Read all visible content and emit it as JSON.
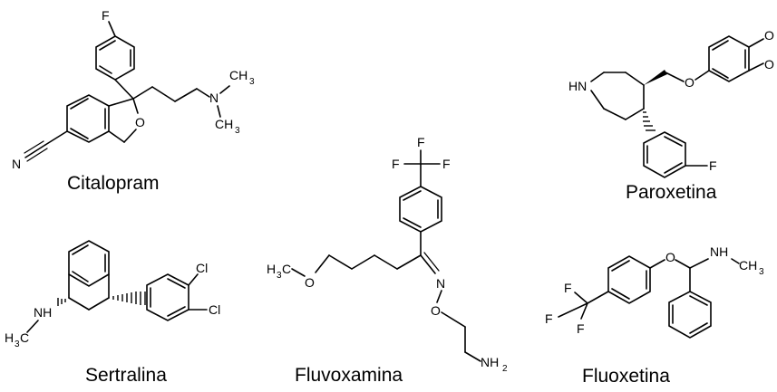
{
  "molecules": {
    "citalopram": {
      "name": "Citalopram",
      "atoms": {
        "f": "F",
        "o": "O",
        "n_cn": "N",
        "n_amine": "N",
        "ch3": "CH",
        "ch3_sub": "3"
      }
    },
    "paroxetina": {
      "name": "Paroxetina",
      "atoms": {
        "hn": "HN",
        "o_ether": "O",
        "f": "F",
        "o1": "O",
        "o2": "O"
      }
    },
    "fluvoxamina": {
      "name": "Fluvoxamina",
      "atoms": {
        "f1": "F",
        "f2": "F",
        "f3": "F",
        "h3c": "H",
        "h3c_sub": "3",
        "h3c_c": "C",
        "o_meo": "O",
        "n_oxime": "N",
        "o_oxime": "O",
        "nh2": "NH",
        "nh2_sub": "2"
      }
    },
    "sertralina": {
      "name": "Sertralina",
      "atoms": {
        "nh": "NH",
        "h3c": "H",
        "h3c_sub": "3",
        "h3c_c": "C",
        "cl1": "Cl",
        "cl2": "Cl"
      }
    },
    "fluoxetina": {
      "name": "Fluoxetina",
      "atoms": {
        "o": "O",
        "nh": "NH",
        "ch3": "CH",
        "ch3_sub": "3",
        "f1": "F",
        "f2": "F",
        "f3": "F"
      }
    }
  }
}
